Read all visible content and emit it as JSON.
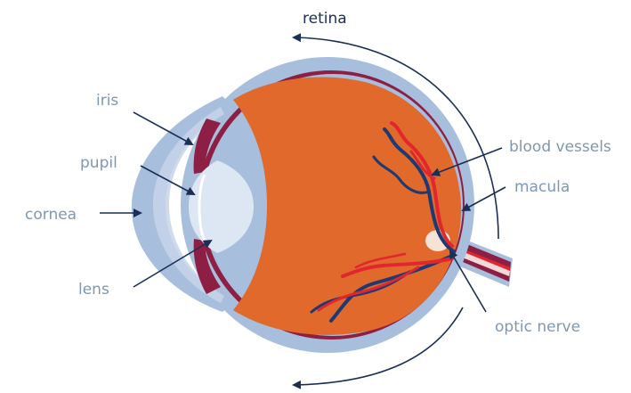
{
  "labels": {
    "retina": "retina",
    "iris": "iris",
    "pupil": "pupil",
    "cornea": "cornea",
    "lens": "lens",
    "blood_vessels": "blood vessels",
    "macula": "macula",
    "optic_nerve": "optic nerve"
  },
  "colors": {
    "sclera": "#a7bedc",
    "choroid": "#8e1f44",
    "vitreous": "#e0692b",
    "lens": "#dde6f3",
    "cornea": "#a7bedc",
    "artery": "#e1262f",
    "vein": "#1d3a73",
    "label_light": "#7f97b3",
    "label_dark": "#1a2e57"
  }
}
